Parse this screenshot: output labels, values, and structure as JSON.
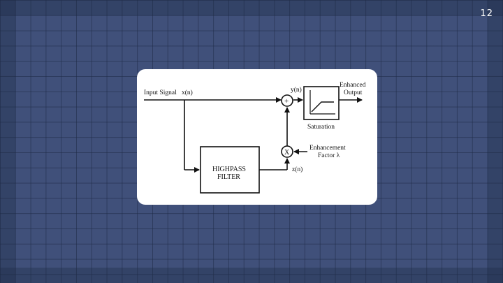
{
  "slide": {
    "page_number": "12"
  },
  "diagram": {
    "input_label": "Input Signal",
    "x_label": "x(n)",
    "y_label": "y(n)",
    "z_label": "z(n)",
    "sum_symbol": "+",
    "mult_symbol": "X",
    "highpass_line1": "HIGHPASS",
    "highpass_line2": "FILTER",
    "saturation_label": "Saturation",
    "output_line1": "Enhanced",
    "output_line2": "Output",
    "factor_line1": "Enhancement",
    "factor_line2": "Factor λ"
  },
  "colors": {
    "background": "#40507a",
    "card": "#ffffff",
    "ink": "#111111"
  }
}
